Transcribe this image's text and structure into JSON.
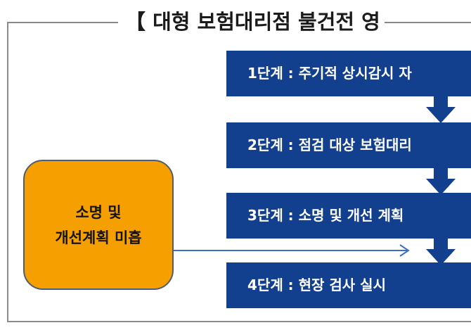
{
  "title": "【 대형 보험대리점 불건전 영",
  "steps": [
    {
      "label": "1단계 : 주기적 상시감시 자"
    },
    {
      "label": "2단계 : 점검 대상 보험대리"
    },
    {
      "label": "3단계 : 소명 및 개선 계획"
    },
    {
      "label": "4단계 : 현장 검사 실시"
    }
  ],
  "issue_box": {
    "line1": "소명 및",
    "line2": "개선계획 미흡"
  },
  "colors": {
    "step_fill": "#12408e",
    "issue_fill": "#f5a000",
    "connector_stroke": "#3c6fc4",
    "frame_stroke": "#8a8a8a"
  },
  "icons": {
    "step_arrow": "down-arrow-icon",
    "connector": "right-arrow-icon"
  }
}
